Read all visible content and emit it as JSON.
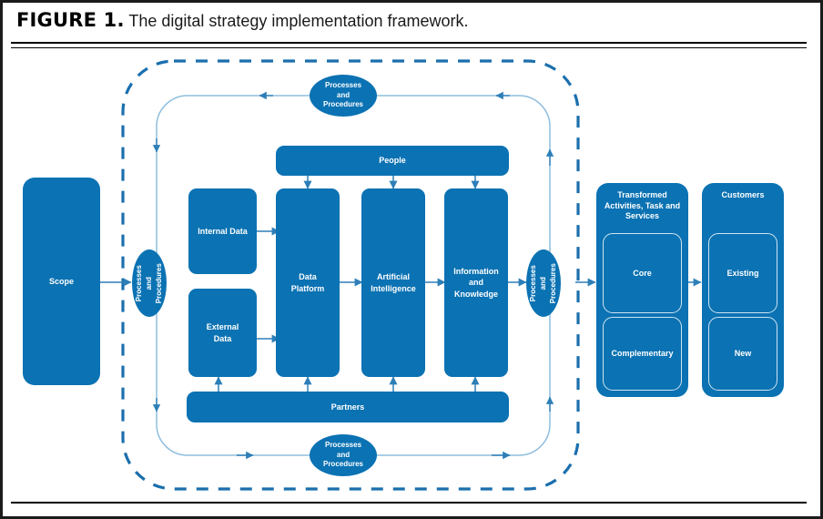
{
  "caption": {
    "label": "FIGURE 1.",
    "text": " The digital strategy implementation framework."
  },
  "colors": {
    "brand_blue": "#0b72b3",
    "line_blue": "#2e7fb8",
    "dashed_blue": "#1b6fad",
    "inner_border": "#cfe4f2",
    "rule_black": "#000000"
  },
  "diagram": {
    "type": "framework-flow-diagram",
    "scope_box": {
      "label": "Scope"
    },
    "gateway_left": {
      "lines": [
        "Processes",
        "and",
        "Procedures"
      ],
      "orientation": "vertical"
    },
    "gateway_right": {
      "lines": [
        "Processes",
        "and",
        "Procedures"
      ],
      "orientation": "vertical"
    },
    "gateway_top": {
      "lines": [
        "Processes",
        "and",
        "Procedures"
      ],
      "orientation": "horizontal"
    },
    "gateway_bottom": {
      "lines": [
        "Processes",
        "and",
        "Procedures"
      ],
      "orientation": "horizontal"
    },
    "people_bar": {
      "label": "People"
    },
    "partners_bar": {
      "label": "Partners"
    },
    "inputs": [
      {
        "label": "Internal Data"
      },
      {
        "lines": [
          "External",
          "Data"
        ]
      }
    ],
    "pipeline": [
      {
        "lines": [
          "Data",
          "Platform"
        ]
      },
      {
        "lines": [
          "Artificial",
          "Intelligence"
        ]
      },
      {
        "lines": [
          "Information",
          "and",
          "Knowledge"
        ]
      }
    ],
    "outcome_panel": {
      "title_lines": [
        "Transformed",
        "Activities, Task and",
        "Services"
      ],
      "cards": [
        {
          "label": "Core"
        },
        {
          "label": "Complementary"
        }
      ]
    },
    "customers_panel": {
      "title_lines": [
        "Customers"
      ],
      "cards": [
        {
          "label": "Existing"
        },
        {
          "label": "New"
        }
      ]
    }
  }
}
